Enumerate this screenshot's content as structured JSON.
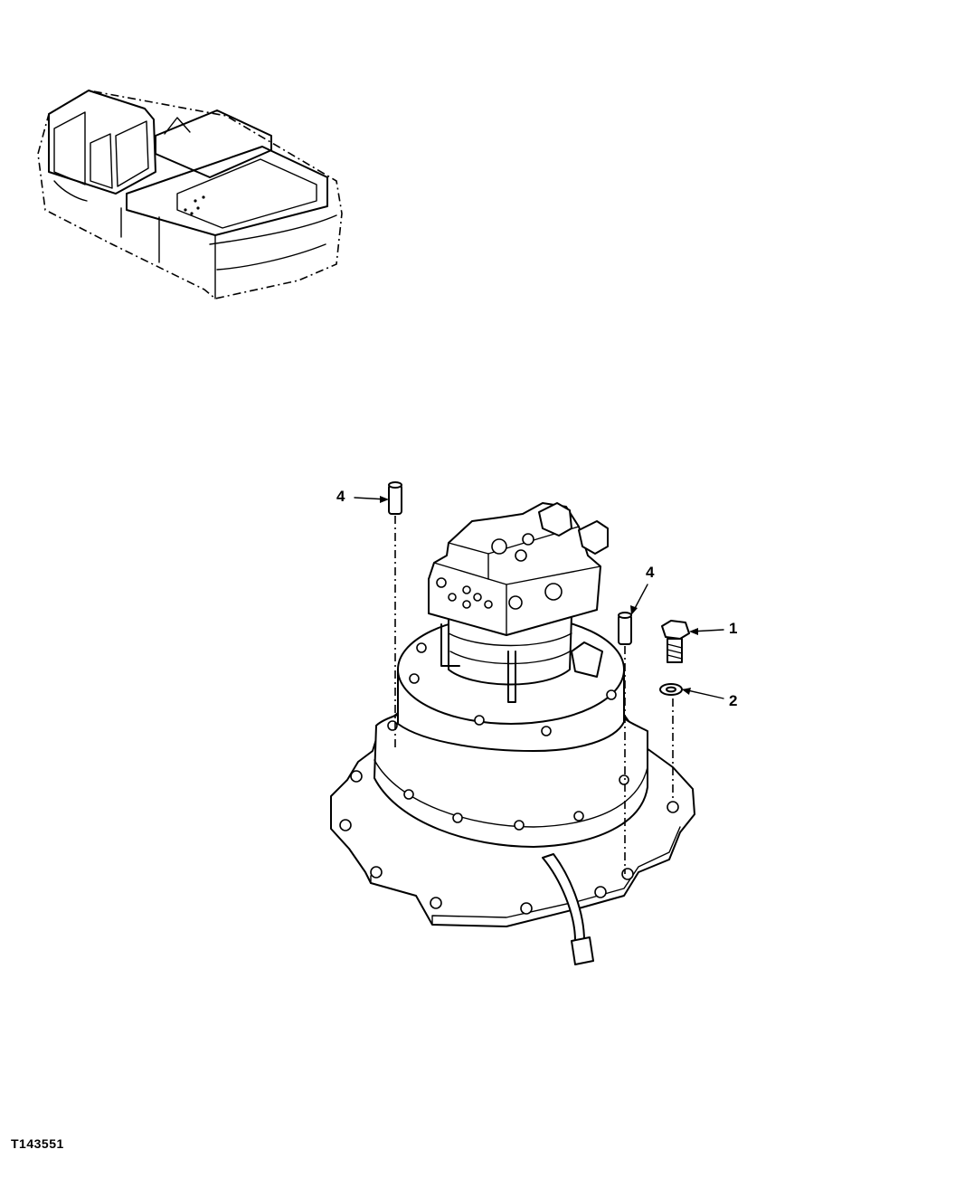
{
  "figure_id": "T143551",
  "callouts": [
    {
      "id": "4",
      "label": "4",
      "part": "dowel-pin"
    },
    {
      "id": "4b",
      "label": "4",
      "part": "dowel-pin"
    },
    {
      "id": "1",
      "label": "1",
      "part": "cap-screw"
    },
    {
      "id": "2",
      "label": "2",
      "part": "washer"
    }
  ],
  "colors": {
    "line": "#000000",
    "background": "#ffffff"
  }
}
